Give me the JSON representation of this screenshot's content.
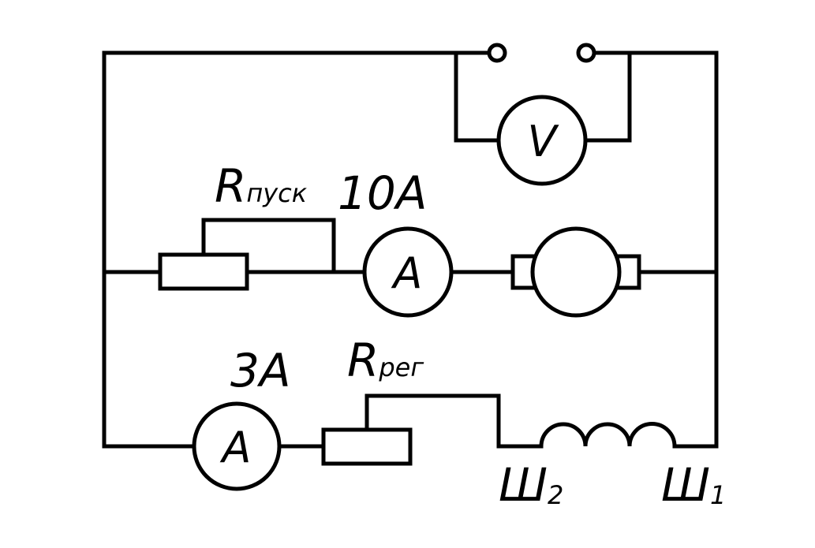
{
  "diagram": {
    "meters": {
      "voltmeter": "V",
      "ammeter_main": "A",
      "ammeter_field": "A"
    },
    "labels": {
      "r_start_main": "R",
      "r_start_sub": "пуск",
      "ammeter_main_range": "10A",
      "ammeter_field_range": "3A",
      "r_reg_main": "R",
      "r_reg_sub": "рег",
      "terminal_w2_main": "Ш",
      "terminal_w2_sub": "2",
      "terminal_w1_main": "Ш",
      "terminal_w1_sub": "1"
    }
  }
}
